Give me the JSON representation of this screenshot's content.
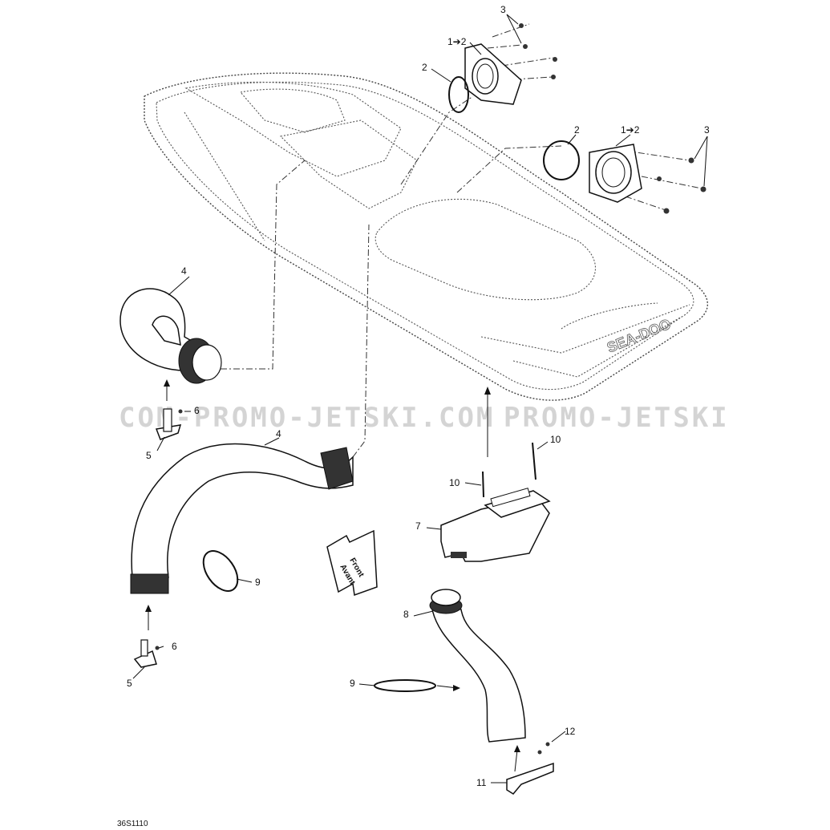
{
  "watermark": {
    "left_text": "COM-PROMO-JETSKI.COM",
    "right_text": "PROMO-JETSKI"
  },
  "direction_arrow": {
    "line1": "Front",
    "line2": "Avant"
  },
  "drawing_code": "36S1110",
  "callouts": {
    "c3_top": "3",
    "c12_top": "1➔2",
    "c2_top": "2",
    "c2_right": "2",
    "c12_right": "1➔2",
    "c3_right": "3",
    "c4_upper": "4",
    "c6_upper": "6",
    "c5_upper": "5",
    "c4_lower": "4",
    "c10_right": "10",
    "c10_left": "10",
    "c7": "7",
    "c9_left": "9",
    "c8": "8",
    "c6_lower": "6",
    "c5_lower": "5",
    "c9_lower": "9",
    "c12": "12",
    "c11": "11"
  }
}
